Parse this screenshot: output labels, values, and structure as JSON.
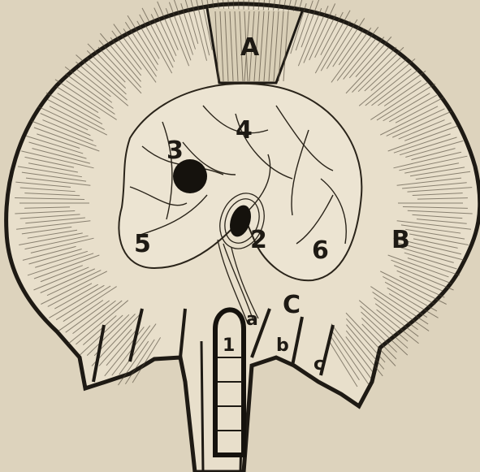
{
  "labels": {
    "A": "A",
    "B": "B",
    "C": "C",
    "n1": "1",
    "n2": "2",
    "n3": "3",
    "n4": "4",
    "n5": "5",
    "n6": "6",
    "a": "a",
    "b": "b",
    "c": "c"
  },
  "colors": {
    "paper": "#ddd3bd",
    "ink": "#1e1a14",
    "fill": "#e8dfcb"
  }
}
